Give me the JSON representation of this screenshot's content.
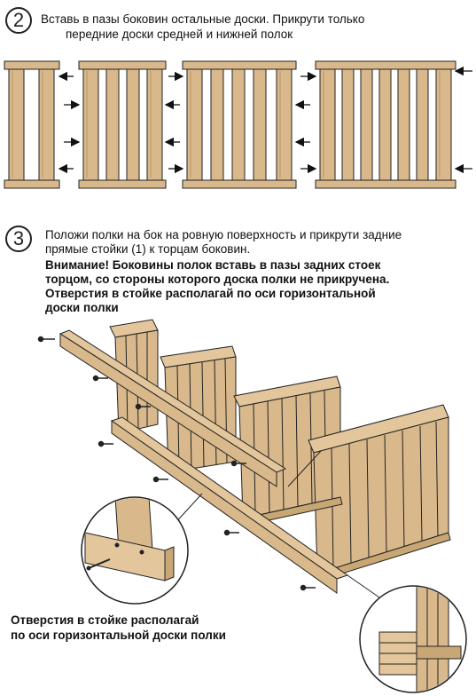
{
  "step2": {
    "number": "2",
    "text_line1": "Вставь в пазы боковин остальные доски. Прикрути только",
    "text_line2": "передние доски средней и нижней полок"
  },
  "step3": {
    "number": "3",
    "text_line1": "Положи полки на бок на ровную поверхность и прикрути задние",
    "text_line2": "прямые стойки (1) к торцам боковин.",
    "warning_line1": "Внимание! Боковины полок вставь в пазы задних стоек",
    "warning_line2": "торцом, со стороны которого доска полки не прикручена.",
    "warning_line3": "Отверстия в стойке располагай по оси горизонтальной",
    "warning_line4": "доски полки"
  },
  "callout": {
    "line1": "Отверстия в стойке располагай",
    "line2": "по оси горизонтальной доски полки"
  },
  "colors": {
    "wood": "#d9b98c",
    "wood_dark": "#b8935f",
    "line": "#222222"
  }
}
